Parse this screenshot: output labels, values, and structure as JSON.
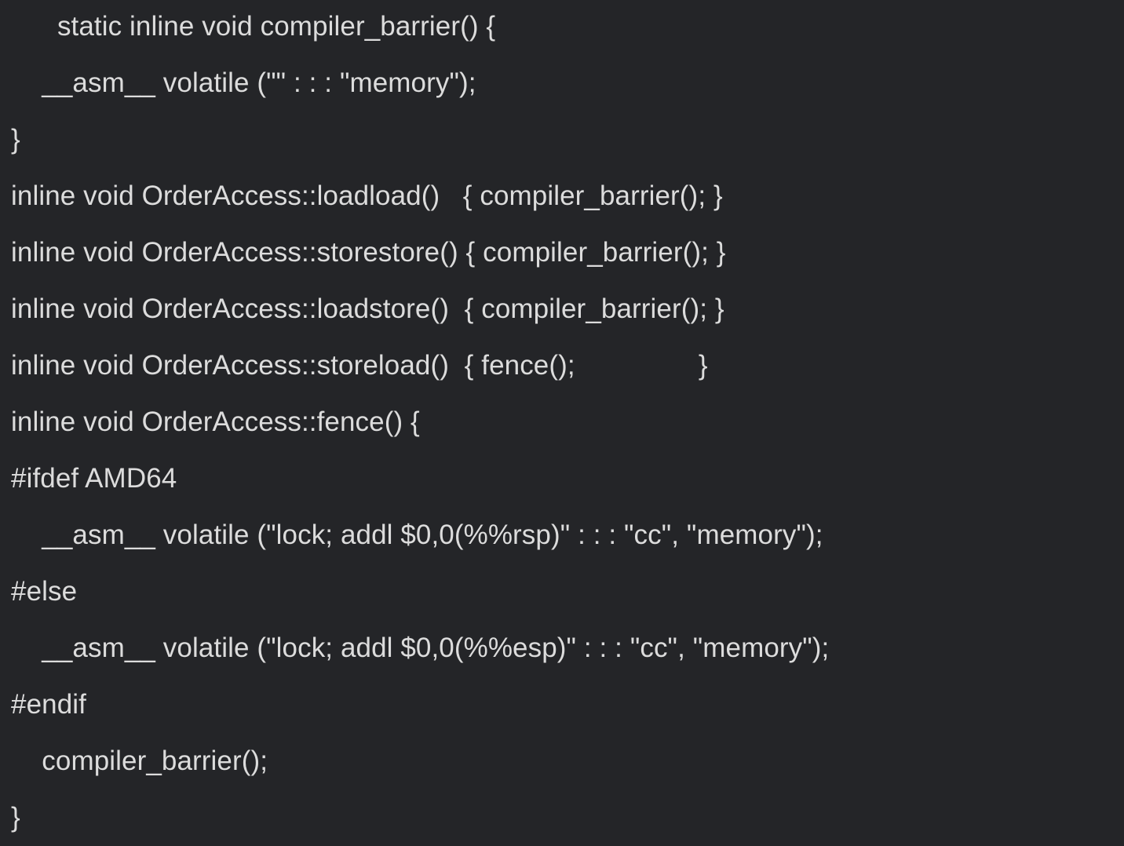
{
  "theme": {
    "background": "#242528",
    "text_color": "#dcdcdc"
  },
  "code": {
    "lines": [
      "      static inline void compiler_barrier() {",
      "    __asm__ volatile (\"\" : : : \"memory\");",
      "}",
      "inline void OrderAccess::loadload()   { compiler_barrier(); }",
      "inline void OrderAccess::storestore() { compiler_barrier(); }",
      "inline void OrderAccess::loadstore()  { compiler_barrier(); }",
      "inline void OrderAccess::storeload()  { fence();                }",
      "inline void OrderAccess::fence() {",
      "#ifdef AMD64",
      "    __asm__ volatile (\"lock; addl $0,0(%%rsp)\" : : : \"cc\", \"memory\");",
      "#else",
      "    __asm__ volatile (\"lock; addl $0,0(%%esp)\" : : : \"cc\", \"memory\");",
      "#endif",
      "    compiler_barrier();",
      "}"
    ]
  }
}
